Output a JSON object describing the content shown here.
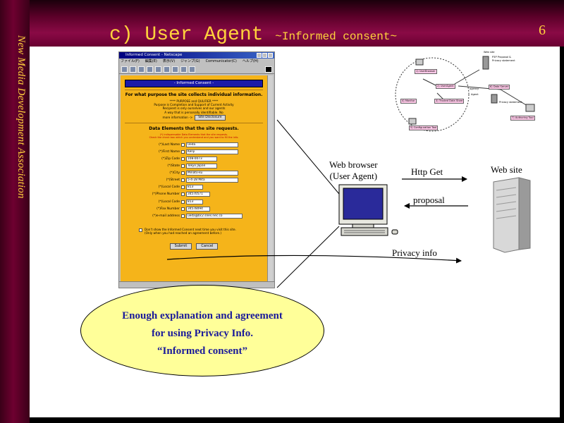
{
  "slide": {
    "side_title": "New Media Development Association",
    "title_main": "c) User Agent ",
    "title_sub": "~Informed consent~",
    "page_number": "6"
  },
  "netscape": {
    "window_title": "Informed Consent - Netscape",
    "menu": [
      "ファイル(F)",
      "編集(E)",
      "表示(V)",
      "ジャンプ(G)",
      "Communicator(C)",
      "ヘルプ(H)"
    ],
    "form": {
      "header": "- Informed Consent -",
      "purpose_heading": "For what purpose the site collects individual information.",
      "purpose_lines": [
        "**** PURPOSE and QULIFIER ****",
        "Purpose is Completion and Support of Current Activity",
        "Recipient is only ourselves and our agents",
        "A way that is personally identifiable. No"
      ],
      "more_info_label": "more information ->",
      "site_disclosure_button": "Site Disclosure",
      "elements_heading": "Data Elements that the site requests.",
      "elements_note": [
        "(*) indispensable Data Elements that the site requests.",
        "Check the check box which you understand and you want to fill the info."
      ],
      "fields": [
        {
          "label": "(*)Last Name",
          "value": "Ueda"
        },
        {
          "label": "(*)First Name",
          "value": "Kenji"
        },
        {
          "label": "(*)Zip Code",
          "value": "108-0073"
        },
        {
          "label": "(*)State",
          "value": "Tokyo Japan"
        },
        {
          "label": "(*)City",
          "value": "Minato-ku"
        },
        {
          "label": "(*)Street",
          "value": "5-4-28 Mita"
        },
        {
          "label": "(*)Local Code",
          "value": "813"
        },
        {
          "label": "(*)Phone Number",
          "value": "34570571"
        },
        {
          "label": "(*)Local Code",
          "value": "813"
        },
        {
          "label": "(*)Fax Number",
          "value": "34578094"
        },
        {
          "label": "(*)e-mail address",
          "value": "ueda@bc2.snes.nec.co"
        }
      ],
      "dont_show_line1": "Don't show the Informed Consent next time you visit this site.",
      "dont_show_line2": "(Only when you had reached an agreement before.)",
      "submit_button": "Submit",
      "cancel_button": "Cancel"
    }
  },
  "diagram": {
    "web_browser_line1": "Web browser",
    "web_browser_line2": "(User Agent)",
    "http_get": "Http Get",
    "web_site": "Web site",
    "proposal": "proposal",
    "privacy_info": "Privacy info"
  },
  "mini_diagram": {
    "user_browser": "1) UserBrowser",
    "user_agent": "2) UserAgent",
    "trusted_store": "3) Trusted Data Store",
    "monitor": "4) Monitor",
    "configuration_tool": "5) Configuration Tool",
    "data_server": "6) Data Server",
    "authoring_tool": "7) Authoring Tool",
    "website_label": "Web site",
    "p3p_proposal": "P3P Proposal &",
    "privacy_statement": "Privacy statement",
    "privacy_statement_2": "Privacy statement",
    "agent_label": "Agent",
    "agency_label": "agency"
  },
  "callout": {
    "line1": "Enough explanation and agreement",
    "line2": "for using Privacy  Info.",
    "line3": "“Informed consent”"
  },
  "colors": {
    "title_yellow": "#ffd23c",
    "band_maroon": "#6e0030",
    "form_orange": "#f5b41a",
    "form_header_blue": "#1a1aa8",
    "callout_fill": "#ffff99",
    "callout_text": "#1a1a9a",
    "mini_box_pink": "#ffc8e8"
  }
}
